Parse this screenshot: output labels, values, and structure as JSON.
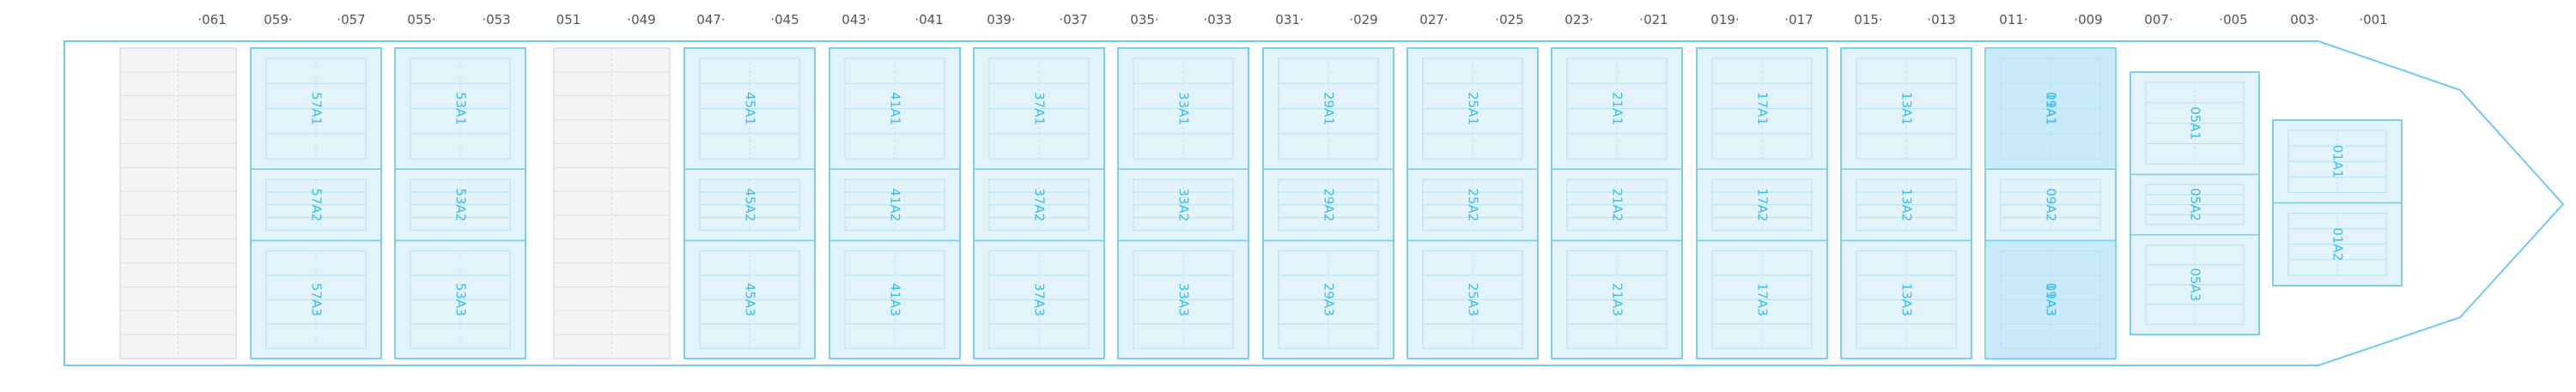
{
  "colors": {
    "hull_stroke": "#6fcbec",
    "hold_fill": "#e2f3fa",
    "hold_stroke": "#7ccfec",
    "inner_stroke": "#b4e0f0",
    "label": "#3dbde6",
    "highlight_fill": "#c9eaf8",
    "empty_fill": "#f5f5f5",
    "empty_stroke": "#cfcfcf",
    "bay_number": "#555555"
  },
  "bay_numbers": [
    {
      "text": "·061"
    },
    {
      "text": "059·"
    },
    {
      "text": "·057"
    },
    {
      "text": "055·"
    },
    {
      "text": "·053"
    },
    {
      "text": "051"
    },
    {
      "text": "·049"
    },
    {
      "text": "047·"
    },
    {
      "text": "·045"
    },
    {
      "text": "043·"
    },
    {
      "text": "·041"
    },
    {
      "text": "039·"
    },
    {
      "text": "·037"
    },
    {
      "text": "035·"
    },
    {
      "text": "·033"
    },
    {
      "text": "031·"
    },
    {
      "text": "·029"
    },
    {
      "text": "027·"
    },
    {
      "text": "·025"
    },
    {
      "text": "023·"
    },
    {
      "text": "·021"
    },
    {
      "text": "019·"
    },
    {
      "text": "·017"
    },
    {
      "text": "015·"
    },
    {
      "text": "·013"
    },
    {
      "text": "011·"
    },
    {
      "text": "·009"
    },
    {
      "text": "007·"
    },
    {
      "text": "·005"
    },
    {
      "text": "003·"
    },
    {
      "text": "·001"
    }
  ],
  "holds": [
    {
      "bay": "061",
      "empty": true
    },
    {
      "bay": "057",
      "labels": [
        "57A1",
        "57A2",
        "57A3"
      ]
    },
    {
      "bay": "053",
      "labels": [
        "53A1",
        "53A2",
        "53A3"
      ]
    },
    {
      "bay": "049",
      "empty": true
    },
    {
      "bay": "045",
      "labels": [
        "45A1",
        "45A2",
        "45A3"
      ]
    },
    {
      "bay": "041",
      "labels": [
        "41A1",
        "41A2",
        "41A3"
      ]
    },
    {
      "bay": "037",
      "labels": [
        "37A1",
        "37A2",
        "37A3"
      ]
    },
    {
      "bay": "033",
      "labels": [
        "33A1",
        "33A2",
        "33A3"
      ]
    },
    {
      "bay": "029",
      "labels": [
        "29A1",
        "29A2",
        "29A3"
      ]
    },
    {
      "bay": "025",
      "labels": [
        "25A1",
        "25A2",
        "25A3"
      ]
    },
    {
      "bay": "021",
      "labels": [
        "21A1",
        "21A2",
        "21A3"
      ]
    },
    {
      "bay": "017",
      "labels": [
        "17A1",
        "17A2",
        "17A3"
      ]
    },
    {
      "bay": "013",
      "labels": [
        "13A1",
        "13A2",
        "13A3"
      ]
    },
    {
      "bay": "009",
      "labels": [
        "11A1",
        "09A2",
        "09A3"
      ],
      "overlay_labels": [
        "09A1",
        "",
        "11A3"
      ],
      "highlight": [
        true,
        false,
        true
      ]
    },
    {
      "bay": "005",
      "labels": [
        "05A1",
        "05A2",
        "05A3"
      ]
    },
    {
      "bay": "001",
      "labels": [
        "01A1",
        "01A2"
      ]
    }
  ]
}
